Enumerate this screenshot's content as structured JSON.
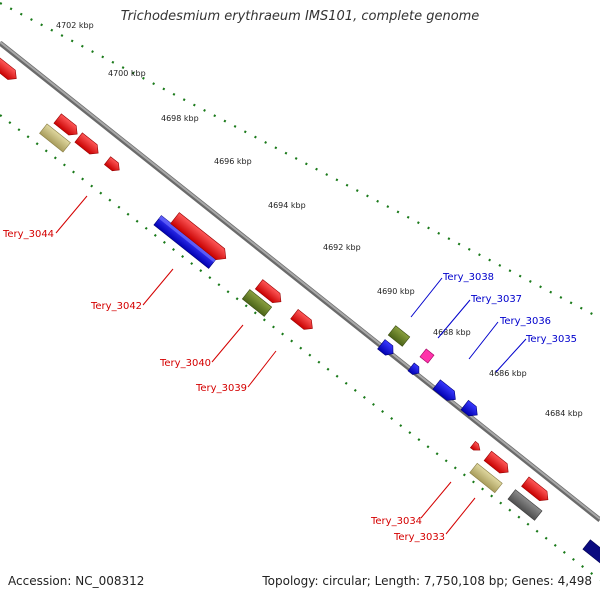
{
  "header": {
    "title": "Trichodesmium erythraeum IMS101, complete genome"
  },
  "footer": {
    "accession": "Accession: NC_008312",
    "summary": "Topology: circular; Length: 7,750,108 bp; Genes: 4,498"
  },
  "scale": {
    "ticks": [
      "4702 kbp",
      "4700 kbp",
      "4698 kbp",
      "4696 kbp",
      "4694 kbp",
      "4692 kbp",
      "4690 kbp",
      "4688 kbp",
      "4686 kbp",
      "4684 kbp"
    ]
  },
  "genes": {
    "reverse_labels": [
      "Tery_3044",
      "Tery_3042",
      "Tery_3040",
      "Tery_3039",
      "Tery_3034",
      "Tery_3033"
    ],
    "forward_labels": [
      "Tery_3038",
      "Tery_3037",
      "Tery_3036",
      "Tery_3035"
    ]
  },
  "colors": {
    "backbone": "#8a8a8a",
    "dots": "#1a7a1a",
    "red_gene": "#ee0000",
    "blue_gene": "#0000ee",
    "label_red": "#d40000",
    "label_blue": "#0000cc"
  }
}
